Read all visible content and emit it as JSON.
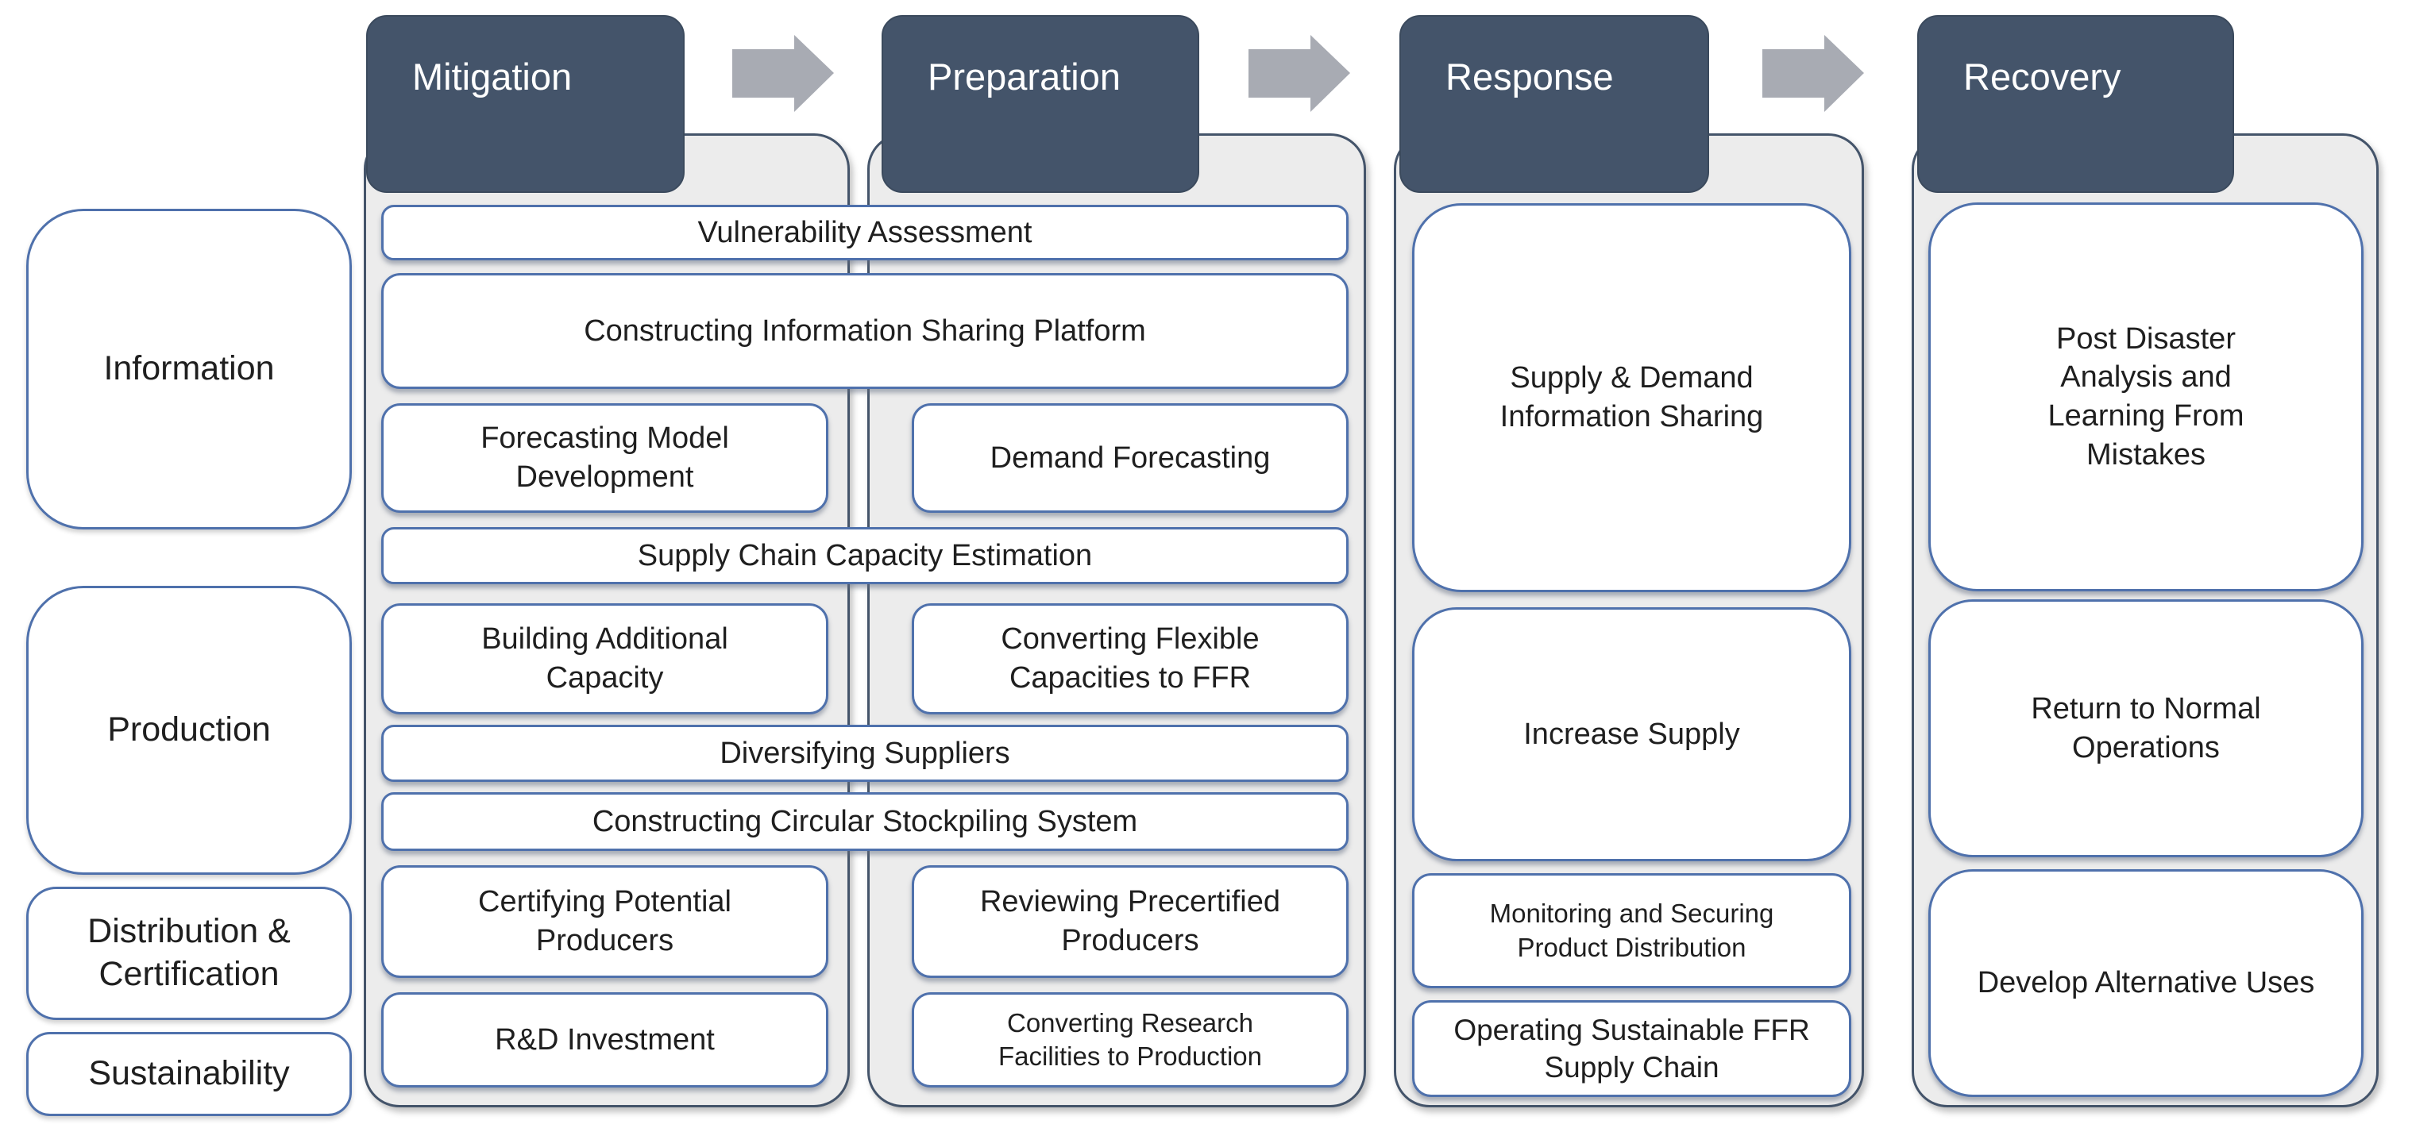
{
  "phases": [
    "Mitigation",
    "Preparation",
    "Response",
    "Recovery"
  ],
  "categories": [
    "Information",
    "Production",
    "Distribution & Certification",
    "Sustainability"
  ],
  "activities": {
    "vulnerability_assessment": "Vulnerability Assessment",
    "information_sharing_platform": "Constructing Information Sharing Platform",
    "forecasting_model_development": "Forecasting Model Development",
    "demand_forecasting": "Demand Forecasting",
    "supply_chain_capacity_estimation": "Supply Chain Capacity Estimation",
    "building_additional_capacity": "Building Additional Capacity",
    "converting_flexible_capacities": "Converting Flexible Capacities to FFR",
    "diversifying_suppliers": "Diversifying Suppliers",
    "circular_stockpiling_system": "Constructing Circular Stockpiling System",
    "certifying_potential_producers": "Certifying Potential Producers",
    "reviewing_precertified_producers": "Reviewing Precertified Producers",
    "rd_investment": "R&D Investment",
    "converting_research_facilities": "Converting Research Facilities to Production",
    "supply_demand_information_sharing": "Supply & Demand Information Sharing",
    "increase_supply": "Increase Supply",
    "monitoring_product_distribution": "Monitoring and Securing Product Distribution",
    "operating_sustainable_ffr": "Operating Sustainable FFR Supply Chain",
    "post_disaster_analysis": "Post Disaster Analysis and Learning From Mistakes",
    "return_to_normal": "Return to Normal Operations",
    "develop_alternative_uses": "Develop Alternative Uses"
  },
  "colors": {
    "phase_header_fill": "#44546A",
    "phase_header_text": "#FFFFFF",
    "arrow_fill": "#A8ABB3",
    "panel_fill": "#ECECEC",
    "panel_border": "#44546A",
    "box_fill": "#FFFFFF",
    "box_border": "#4F71AC",
    "text": "#1F1F1F"
  }
}
